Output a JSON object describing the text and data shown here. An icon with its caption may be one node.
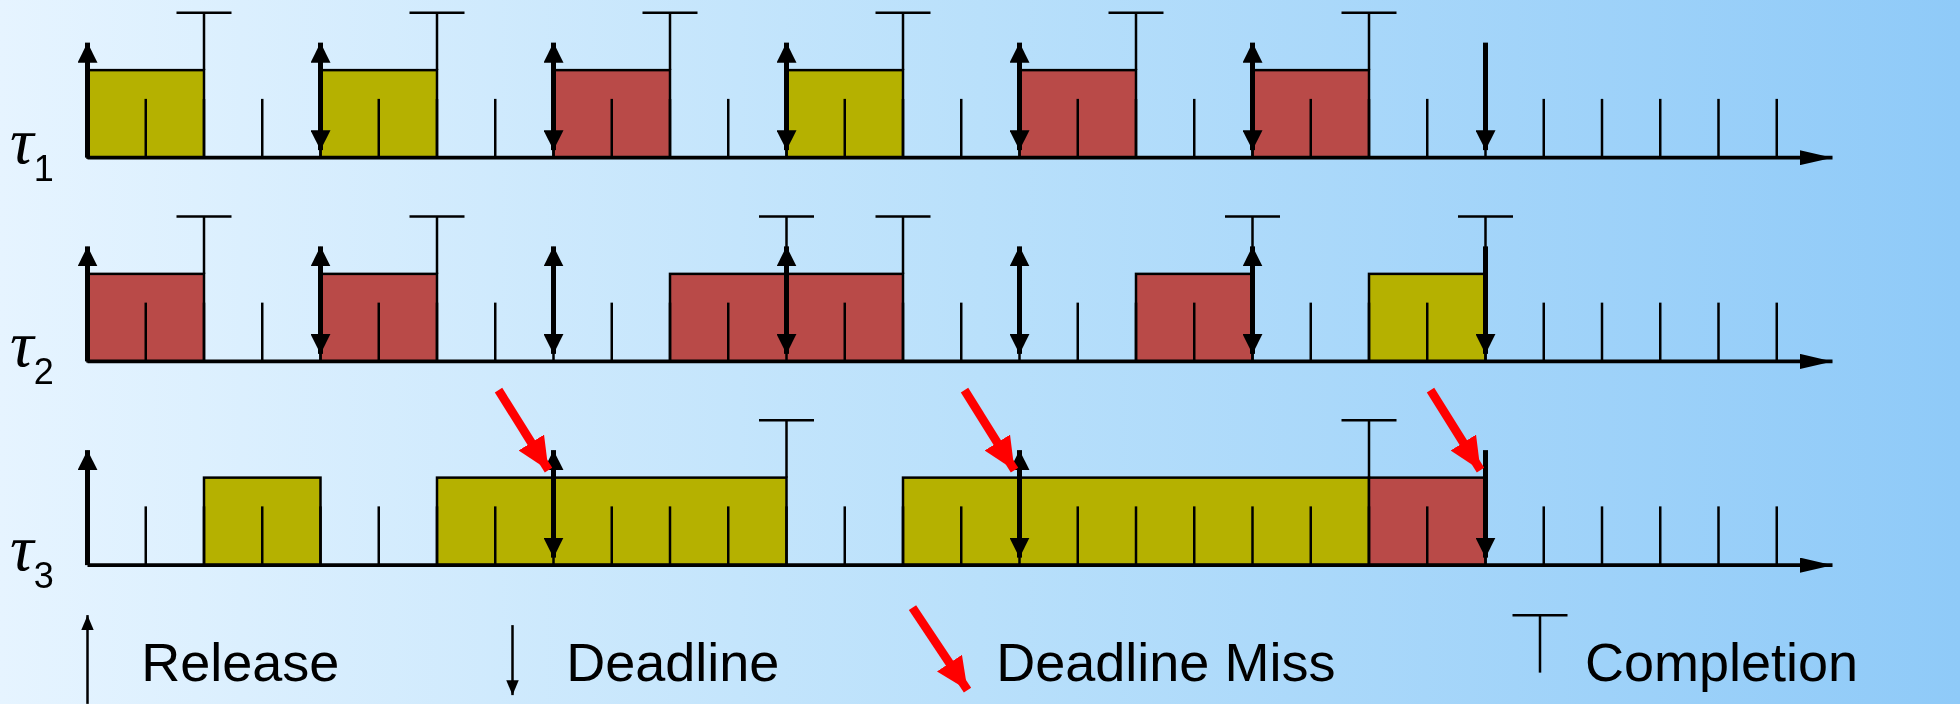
{
  "diagram": {
    "labels": [
      "τ$_{1}$",
      "τ$_{2}$",
      "τ$_{3}$"
    ],
    "legend": [
      {
        "text": "Release"
      },
      {
        "text": "Deadline"
      },
      {
        "text": "Deadline Miss"
      },
      {
        "text": "Completion"
      }
    ]
  }
}
